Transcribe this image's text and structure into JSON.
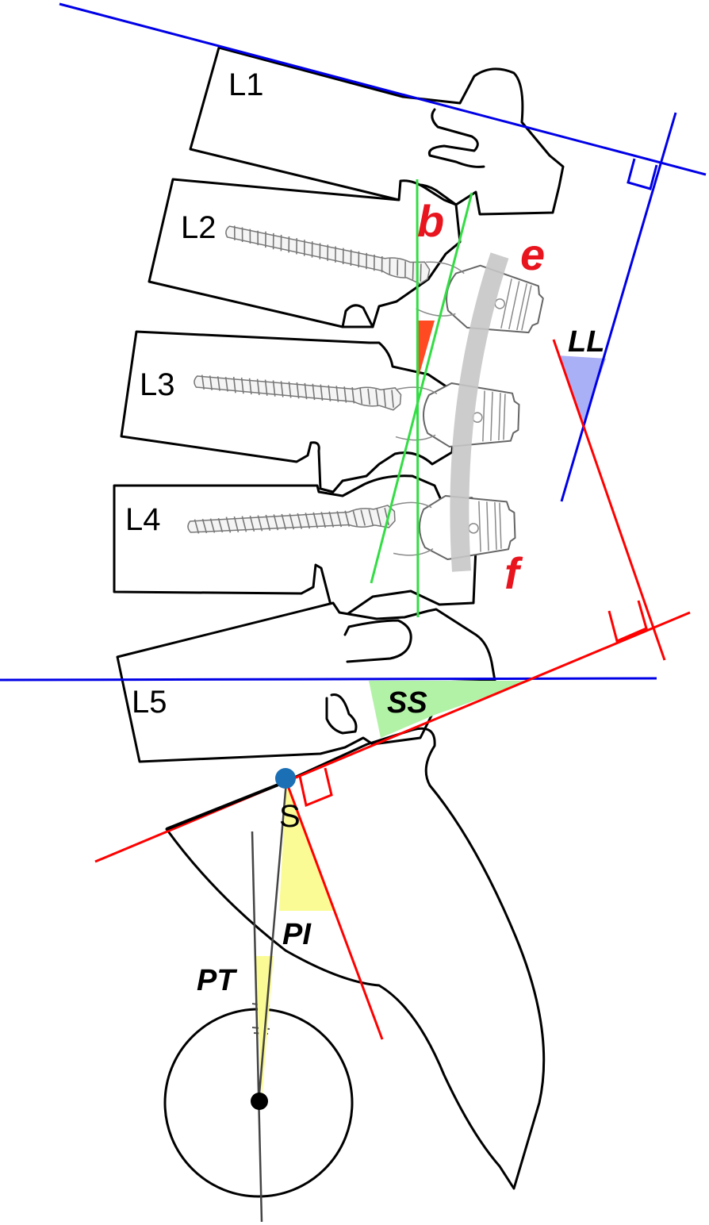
{
  "vertebrae": {
    "l1": "L1",
    "l2": "L2",
    "l3": "L3",
    "l4": "L4",
    "l5": "L5"
  },
  "labels": {
    "b": "b",
    "e": "e",
    "f": "f",
    "ll": "LL",
    "ss": "SS",
    "s": "S",
    "pi": "PI",
    "pt": "PT"
  },
  "colors": {
    "blue_line": "#0000e6",
    "red_line": "#ff0000",
    "green_line": "#33dd44",
    "red_label": "#e8141e",
    "red_wedge": "#ff4a22",
    "blue_wedge": "#aab0f6",
    "green_wedge": "#b2f2a6",
    "yellow_wedge": "#fbfb96",
    "rod": "#c6c6c6",
    "sacral_point": "#1a6fb5"
  },
  "icons": {
    "screws": "pedicle-screw-icon",
    "rod": "fixation-rod-icon",
    "right_angle": "right-angle-marker-icon"
  }
}
